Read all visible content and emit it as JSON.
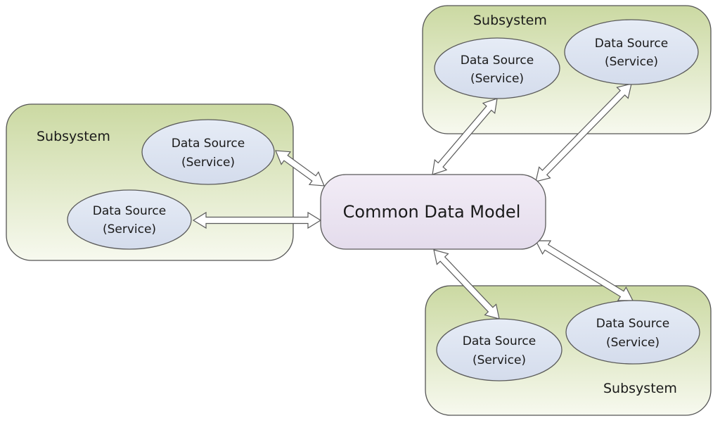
{
  "title": "",
  "colors": {
    "subsystem_fill_top": "#cfdcaa",
    "subsystem_fill_bottom": "#f6f8ee",
    "subsystem_stroke": "#4d4d4d",
    "datasource_fill": "#dfe6f3",
    "datasource_stroke": "#5a5a5a",
    "model_fill": "#ede6f2",
    "model_stroke": "#5a5a5a",
    "arrow_fill": "#ffffff",
    "arrow_stroke": "#5a5a5a"
  },
  "common_data_model": {
    "label": "Common Data Model"
  },
  "subsystems": [
    {
      "label": "Subsystem",
      "data_sources": [
        {
          "line1": "Data Source",
          "line2": "(Service)"
        },
        {
          "line1": "Data Source",
          "line2": "(Service)"
        }
      ]
    },
    {
      "label": "Subsystem",
      "data_sources": [
        {
          "line1": "Data Source",
          "line2": "(Service)"
        },
        {
          "line1": "Data Source",
          "line2": "(Service)"
        }
      ]
    },
    {
      "label": "Subsystem",
      "data_sources": [
        {
          "line1": "Data Source",
          "line2": "(Service)"
        },
        {
          "line1": "Data Source",
          "line2": "(Service)"
        }
      ]
    }
  ],
  "connections": [
    {
      "from": "subsystem-left.data-source-1",
      "to": "common-data-model",
      "direction": "bidirectional"
    },
    {
      "from": "subsystem-left.data-source-2",
      "to": "common-data-model",
      "direction": "bidirectional"
    },
    {
      "from": "subsystem-top.data-source-1",
      "to": "common-data-model",
      "direction": "bidirectional"
    },
    {
      "from": "subsystem-top.data-source-2",
      "to": "common-data-model",
      "direction": "bidirectional"
    },
    {
      "from": "subsystem-bottom.data-source-1",
      "to": "common-data-model",
      "direction": "bidirectional"
    },
    {
      "from": "subsystem-bottom.data-source-2",
      "to": "common-data-model",
      "direction": "bidirectional"
    }
  ]
}
